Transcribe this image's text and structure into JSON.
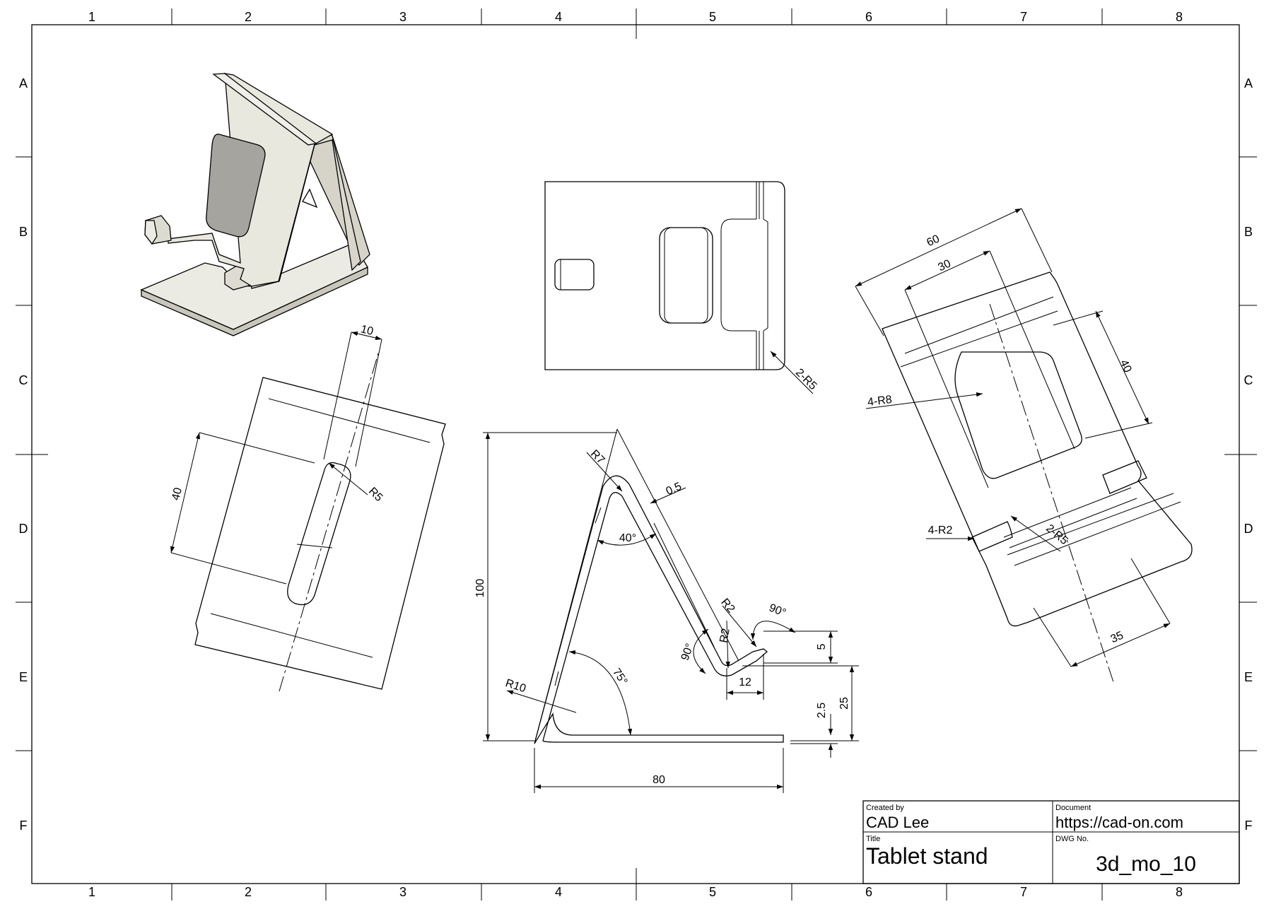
{
  "grid": {
    "columns": [
      "1",
      "2",
      "3",
      "4",
      "5",
      "6",
      "7",
      "8"
    ],
    "rows": [
      "A",
      "B",
      "C",
      "D",
      "E",
      "F"
    ]
  },
  "title_block": {
    "created_by_label": "Created by",
    "created_by": "CAD Lee",
    "document_label": "Document",
    "document": "https://cad-on.com",
    "title_label": "Title",
    "title": "Tablet stand",
    "dwg_label": "DWG No.",
    "dwg_no": "3d_mo_10"
  },
  "dimensions": {
    "left_view": {
      "d10": "10",
      "d40": "40",
      "r5": "R5"
    },
    "top_view": {
      "r5": "2-R5"
    },
    "right_view": {
      "d60": "60",
      "d30": "30",
      "d40": "40",
      "d35": "35",
      "r8": "4-R8",
      "r2": "4-R2",
      "r5": "2-R5"
    },
    "front_view": {
      "d100": "100",
      "d80": "80",
      "r7": "R7",
      "t05": "0.5",
      "a40": "40°",
      "a75": "75°",
      "r10": "R10",
      "r2a": "R2",
      "r2b": "R2",
      "a90a": "90°",
      "a90b": "90°",
      "d5": "5",
      "d12": "12",
      "d25": "25",
      "d25b": "2.5"
    }
  },
  "colors": {
    "line": "#000000",
    "iso_face": "#ecebe3",
    "iso_side": "#d9d7cc",
    "iso_hole": "#a5a49f",
    "paper": "#ffffff"
  }
}
